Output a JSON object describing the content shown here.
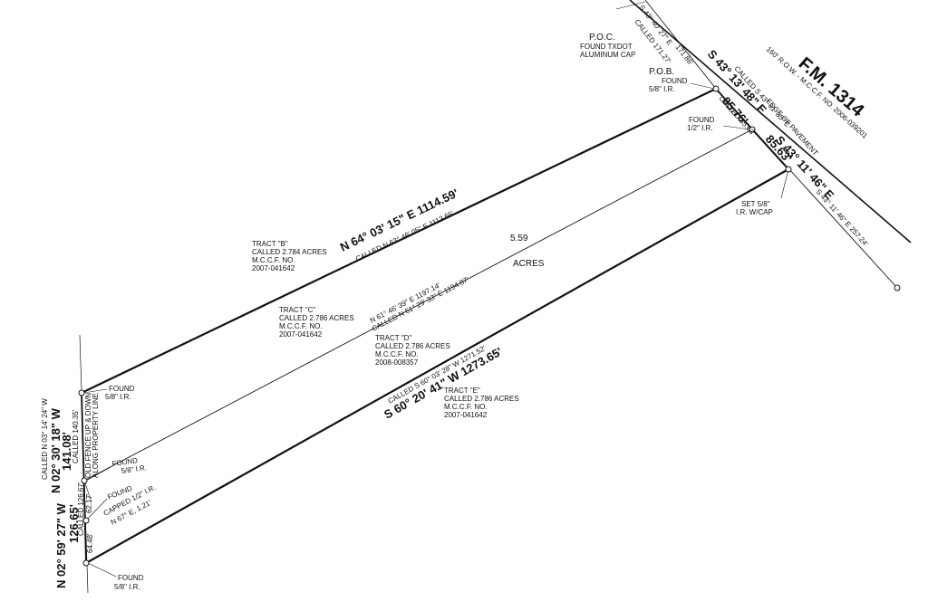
{
  "road": {
    "name": "F.M. 1314",
    "row": "160' R.O.W. - M.C.C.F. NO. 2006-039201",
    "edge": "EDGE OF PAVEMENT",
    "bearing": "S 43° 11' 46\" E 257.24'"
  },
  "poc": {
    "title": "P.O.C.",
    "line1": "FOUND TXDOT",
    "line2": "ALUMINUM CAP"
  },
  "pob": {
    "title": "P.O.B.",
    "line1": "FOUND",
    "line2": "5/8\" I.R."
  },
  "top_bearing": {
    "main": "S 43° 40' 27\" E",
    "called_dist": "CALLED 171.27'",
    "dist": "171.86'"
  },
  "east_lines": {
    "seg1_bearing": "S 43° 13' 48\" E",
    "seg1_dist": "85.76'",
    "seg1_called": "CALLED S 43° 31' 35\" E",
    "seg1_called_dist": "CALLED 85.63'",
    "seg2_bearing": "S 43° 11' 46\" E",
    "seg2_dist": "85.63'"
  },
  "found_half": {
    "line1": "FOUND",
    "line2": "1/2\" I.R."
  },
  "set_cap": {
    "line1": "SET 5/8\"",
    "line2": "I.R. W/CAP"
  },
  "north_line": {
    "main": "N 64° 03' 15\" E 1114.59'",
    "called": "CALLED N 63° 46' 05\" E 1113.65'"
  },
  "middle_line": {
    "main": "N 61° 46' 39\" E 1197.14'",
    "called": "CALLED N 61° 29' 33\" E 1194.87'"
  },
  "south_line": {
    "main": "S 60° 20' 41\" W 1273.65'",
    "called": "CALLED S 60° 03' 28\" W 1271.52'"
  },
  "area": {
    "value": "5.59",
    "unit": "ACRES"
  },
  "tract_b": {
    "title": "TRACT \"B\"",
    "line1": "CALLED 2.784 ACRES",
    "line2": "M.C.C.F. NO.",
    "line3": "2007-041642"
  },
  "tract_c": {
    "title": "TRACT \"C\"",
    "line1": "CALLED 2.786 ACRES",
    "line2": "M.C.C.F. NO.",
    "line3": "2007-041642"
  },
  "tract_d": {
    "title": "TRACT \"D\"",
    "line1": "CALLED 2.786 ACRES",
    "line2": "M.C.C.F. NO.",
    "line3": "2008-008357"
  },
  "tract_e": {
    "title": "TRACT \"E\"",
    "line1": "CALLED 2.786 ACRES",
    "line2": "M.C.C.F. NO.",
    "line3": "2007-041642"
  },
  "west_line": {
    "upper_bearing": "N 02° 30' 18\" W",
    "upper_dist": "141.08'",
    "upper_called": "CALLED N 03° 14' 24\" W",
    "upper_called_dist": "CALLED 140.35'",
    "lower_bearing": "N 02° 59' 27\" W",
    "lower_dist": "126.65'",
    "lower_called": "CALLED 126.67'",
    "seg_a": "62.17'",
    "seg_b": "64.48'",
    "fence1": "OLD FENCE UP & DOWN",
    "fence2": "ALONG PROPERTY LINE"
  },
  "found_w1": {
    "line1": "FOUND",
    "line2": "5/8\" I.R."
  },
  "found_w2": {
    "line1": "FOUND",
    "line2": "5/8\" I.R."
  },
  "found_w3": {
    "line1": "FOUND",
    "line2": "CAPPED 1/2\" I.R.",
    "line3": "N 67° E, 1.21'"
  },
  "found_w4": {
    "line1": "FOUND",
    "line2": "5/8\" I.R."
  }
}
